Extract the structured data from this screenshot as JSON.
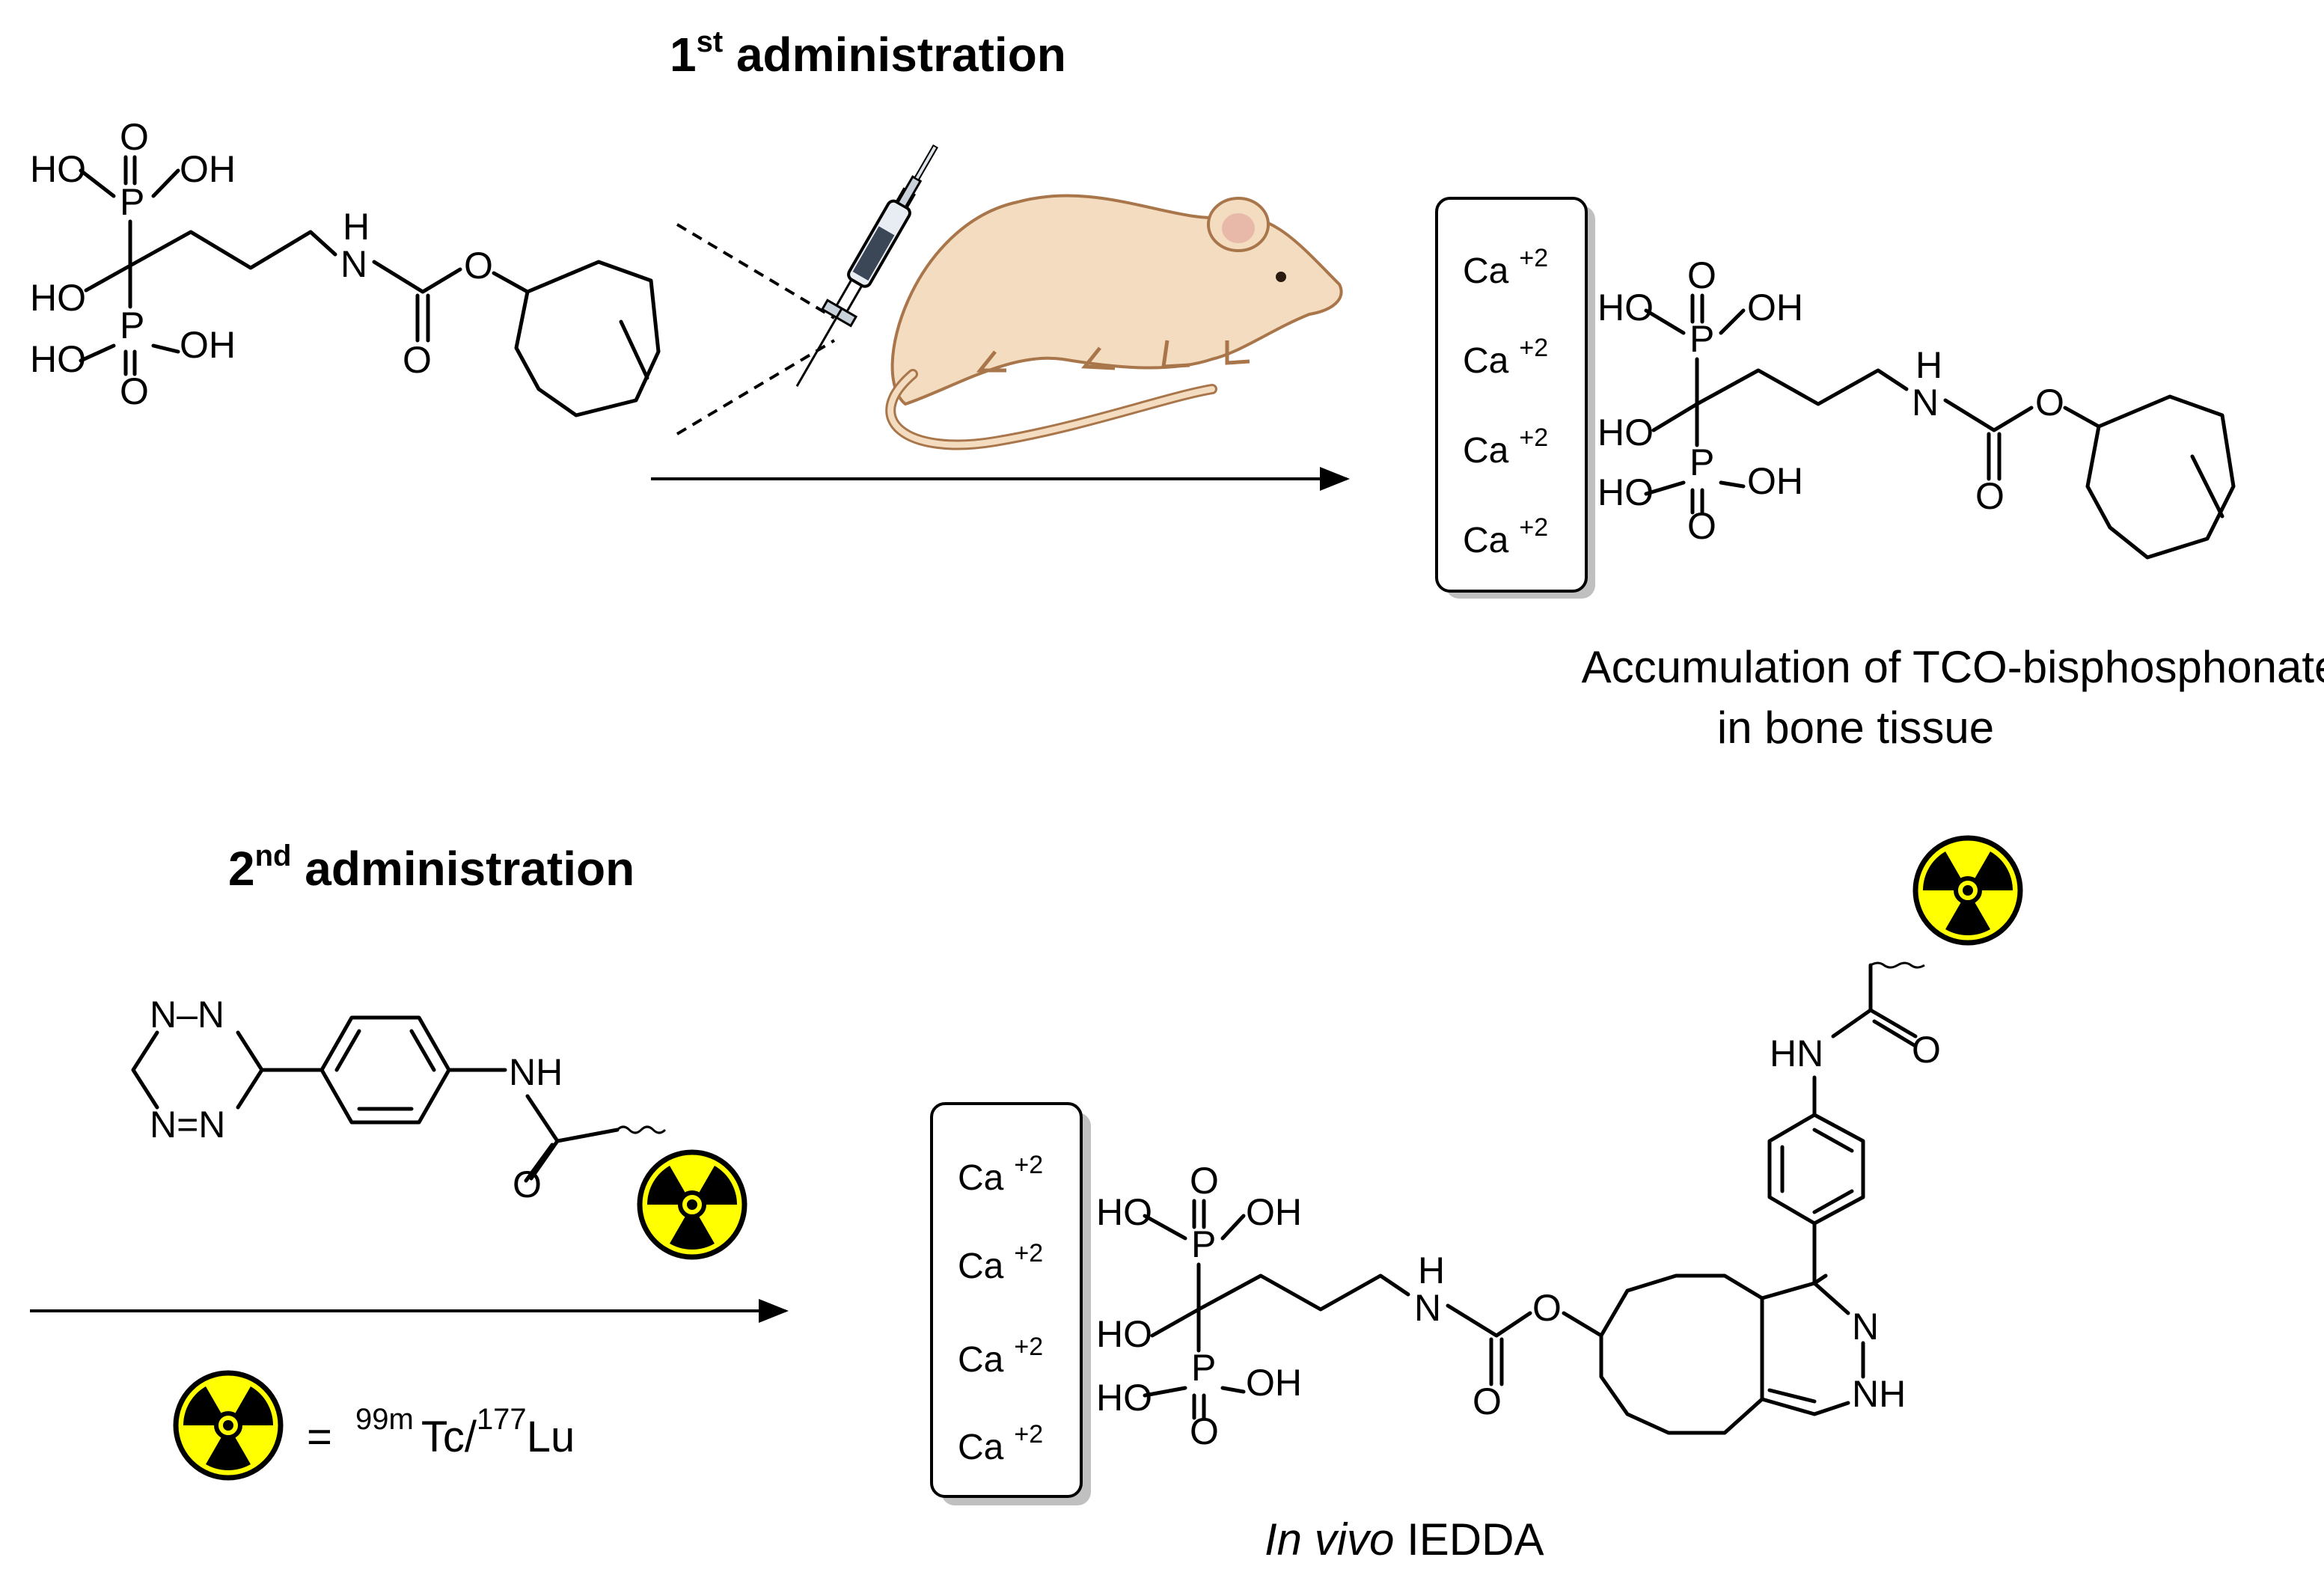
{
  "steps": {
    "first": {
      "num": "1",
      "sup": "st",
      "label": " administration"
    },
    "second": {
      "num": "2",
      "sup": "nd",
      "label": " administration"
    }
  },
  "captions": {
    "accumulation_line1": "Accumulation of TCO-bisphosphonate",
    "accumulation_line2": "in bone tissue",
    "iedda_italic": "In vivo",
    "iedda_rest": " IEDDA"
  },
  "legend": {
    "eq": "=",
    "iso1_mass": "99m",
    "iso1_sym": "Tc/",
    "iso2_mass": "177",
    "iso2_sym": "Lu"
  },
  "bone_box": {
    "ion": "Ca",
    "charge": "+2"
  },
  "atoms": {
    "HO": "HO",
    "OH": "OH",
    "O": "O",
    "P": "P",
    "H": "H",
    "N": "N",
    "NH": "NH",
    "HN": "HN",
    "NN": "N=N",
    "N_N": "N–N"
  },
  "colors": {
    "radiation_yellow": "#ffff00",
    "mouse_body": "#f3dcc0",
    "mouse_outline": "#a8764a",
    "box_shadow": "#c0c0c0"
  },
  "icons": [
    "syringe-icon",
    "mouse-icon",
    "radioactive-icon"
  ]
}
